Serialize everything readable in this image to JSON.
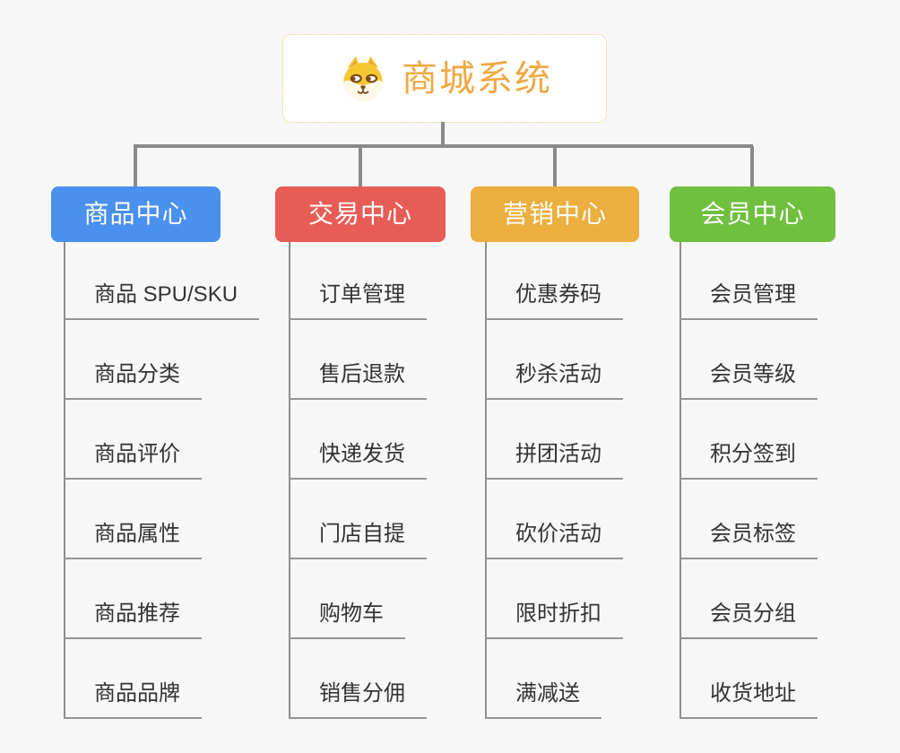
{
  "root": {
    "title": "商城系统",
    "title_color": "#f0a843",
    "icon": "dog-face-icon"
  },
  "branches": [
    {
      "label": "商品中心",
      "color": "#4a90ef",
      "items": [
        "商品 SPU/SKU",
        "商品分类",
        "商品评价",
        "商品属性",
        "商品推荐",
        "商品品牌"
      ]
    },
    {
      "label": "交易中心",
      "color": "#e85c56",
      "items": [
        "订单管理",
        "售后退款",
        "快递发货",
        "门店自提",
        "购物车",
        "销售分佣"
      ]
    },
    {
      "label": "营销中心",
      "color": "#ecae3e",
      "items": [
        "优惠券码",
        "秒杀活动",
        "拼团活动",
        "砍价活动",
        "限时折扣",
        "满减送"
      ]
    },
    {
      "label": "会员中心",
      "color": "#70c040",
      "items": [
        "会员管理",
        "会员等级",
        "积分签到",
        "会员标签",
        "会员分组",
        "收货地址"
      ]
    }
  ],
  "connector_color": "#8a8a8a",
  "background_color": "#f7f7f7"
}
